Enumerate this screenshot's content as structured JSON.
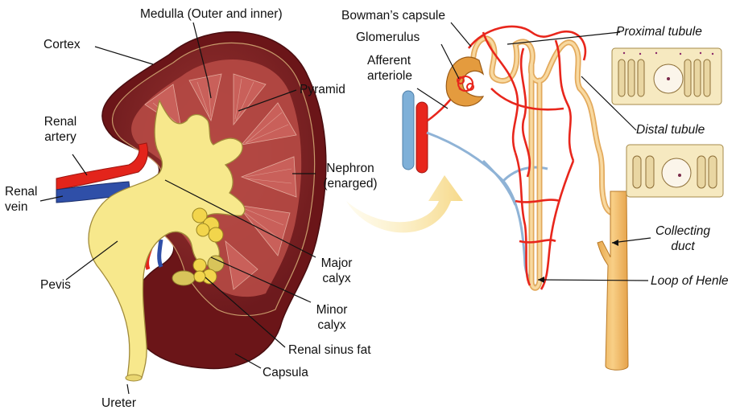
{
  "kidney": {
    "medulla": "Medulla (Outer and inner)",
    "cortex": "Cortex",
    "pyramid": "Pyramid",
    "renal_artery": "Renal\nartery",
    "renal_vein": "Renal\nvein",
    "nephron_enlarged": "Nephron\n(enarged)",
    "pevis": "Pevis",
    "major_calyx": "Major\ncalyx",
    "minor_calyx": "Minor\ncalyx",
    "renal_sinus_fat": "Renal sinus fat",
    "capsula": "Capsula",
    "ureter": "Ureter"
  },
  "nephron": {
    "bowmans_capsule": "Bowman’s capsule",
    "glomerulus": "Glomerulus",
    "afferent_arteriole": "Afferent\narteriole",
    "proximal_tubule": "Proximal tubule",
    "distal_tubule": "Distal tubule",
    "collecting_duct": "Collecting\nduct",
    "loop_of_henle": "Loop of Henle"
  },
  "colors": {
    "cortex": "#7a1f22",
    "medulla": "#c0504a",
    "pelvis": "#f7e88c",
    "artery": "#e3241b",
    "vein": "#2f4fa8",
    "tubule": "#f5c97a",
    "blood_vessel": "#e8261c",
    "venous": "#8fb3d6"
  }
}
